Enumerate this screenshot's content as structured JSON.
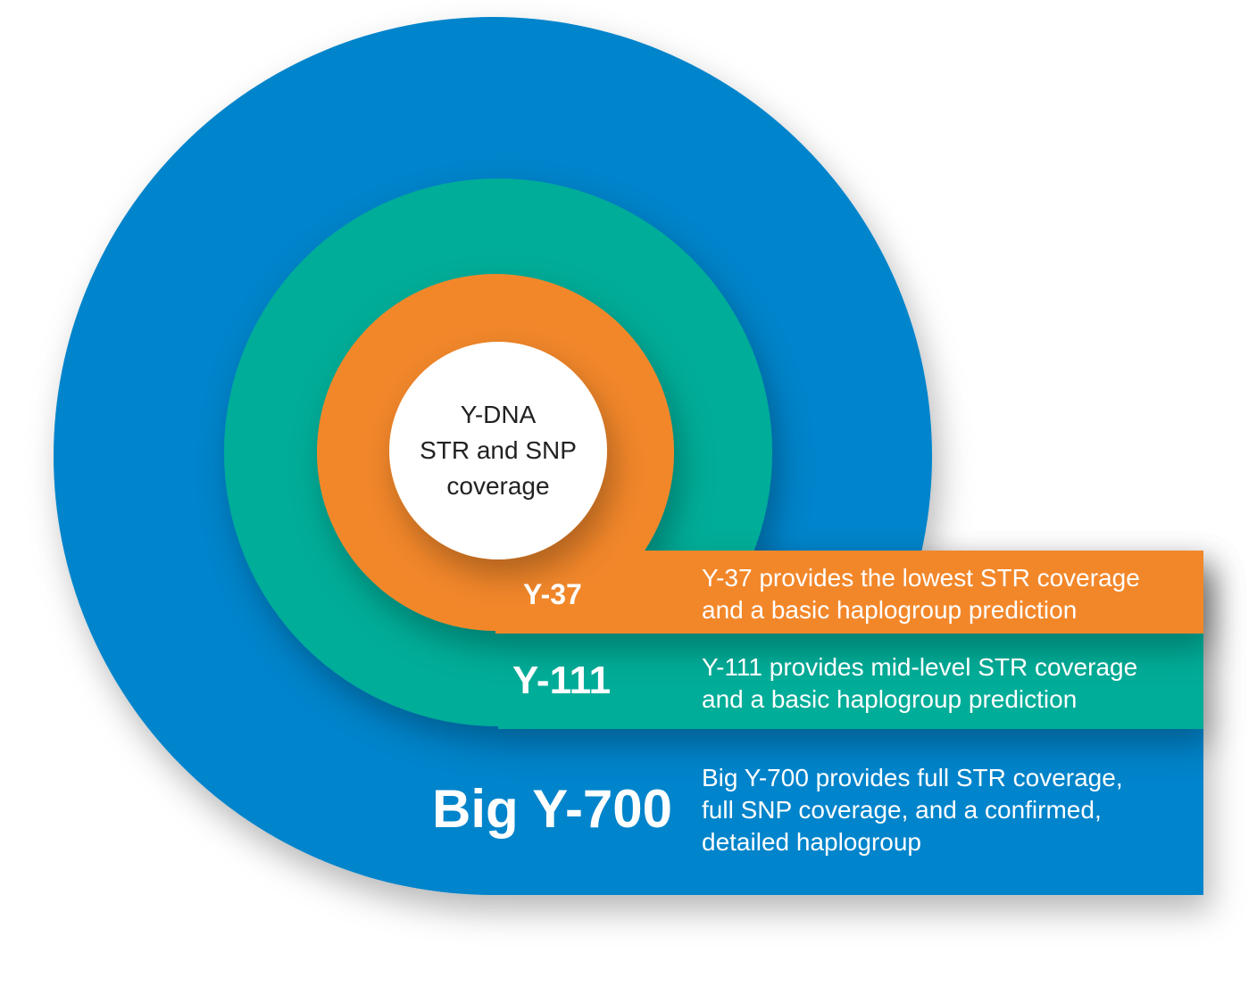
{
  "colors": {
    "big_y": "#0384CB",
    "y111": "#00AD98",
    "y37": "#F2872B",
    "center": "#FFFFFF"
  },
  "center": {
    "text": "Y-DNA\nSTR and SNP\ncoverage"
  },
  "tiers": [
    {
      "name": "Y-37",
      "description": "Y-37 provides the lowest STR coverage\nand a basic haplogroup prediction"
    },
    {
      "name": "Y-111",
      "description": "Y-111 provides mid-level STR coverage\nand a basic haplogroup prediction"
    },
    {
      "name": "Big Y-700",
      "description": "Big Y-700 provides full STR coverage,\nfull SNP coverage, and a confirmed,\ndetailed haplogroup"
    }
  ]
}
